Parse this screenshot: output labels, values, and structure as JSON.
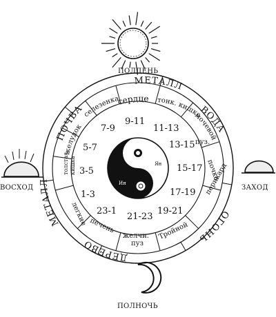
{
  "labels": {
    "noon": "ПОЛДЕНЬ",
    "sunrise": "ВОСХОД",
    "sunset": "ЗАХОД",
    "midnight": "ПОЛНОЧЬ"
  },
  "elements": {
    "soil": "ПОЧВА",
    "metal_top": "МЕТАЛЛ",
    "water": "ВОДА",
    "fire": "ОГОНЬ",
    "wood": "ДЕРЕВО",
    "metal_left": "МЕТАЛЛ"
  },
  "organs": {
    "stomach": "желудок",
    "spleen": "селезенка",
    "heart": "сердце",
    "small_intestine": "тонк. кишка",
    "bladder_line1": "мочевой",
    "bladder_line2": "пуз.",
    "kidney": "почка",
    "pericardium": "перикард",
    "triple_line1": "Тройной",
    "gallbladder_line1": "желчн.",
    "gallbladder_line2": "пуз",
    "liver": "печень",
    "lungs": "легкие",
    "large_intestine_line1": "толстая",
    "large_intestine_line2": "кишка"
  },
  "hours": {
    "h9_11": "9-11",
    "h11_13": "11-13",
    "h13_15": "13-15",
    "h15_17": "15-17",
    "h17_19": "17-19",
    "h19_21": "19-21",
    "h21_23": "21-23",
    "h23_1": "23-1",
    "h1_3": "1-3",
    "h3_5": "3-5",
    "h5_7": "5-7",
    "h7_9": "7-9"
  },
  "yinyang": {
    "yang": "Ян",
    "yin": "Ин"
  },
  "colors": {
    "ink": "#111111",
    "paper": "#ffffff"
  }
}
